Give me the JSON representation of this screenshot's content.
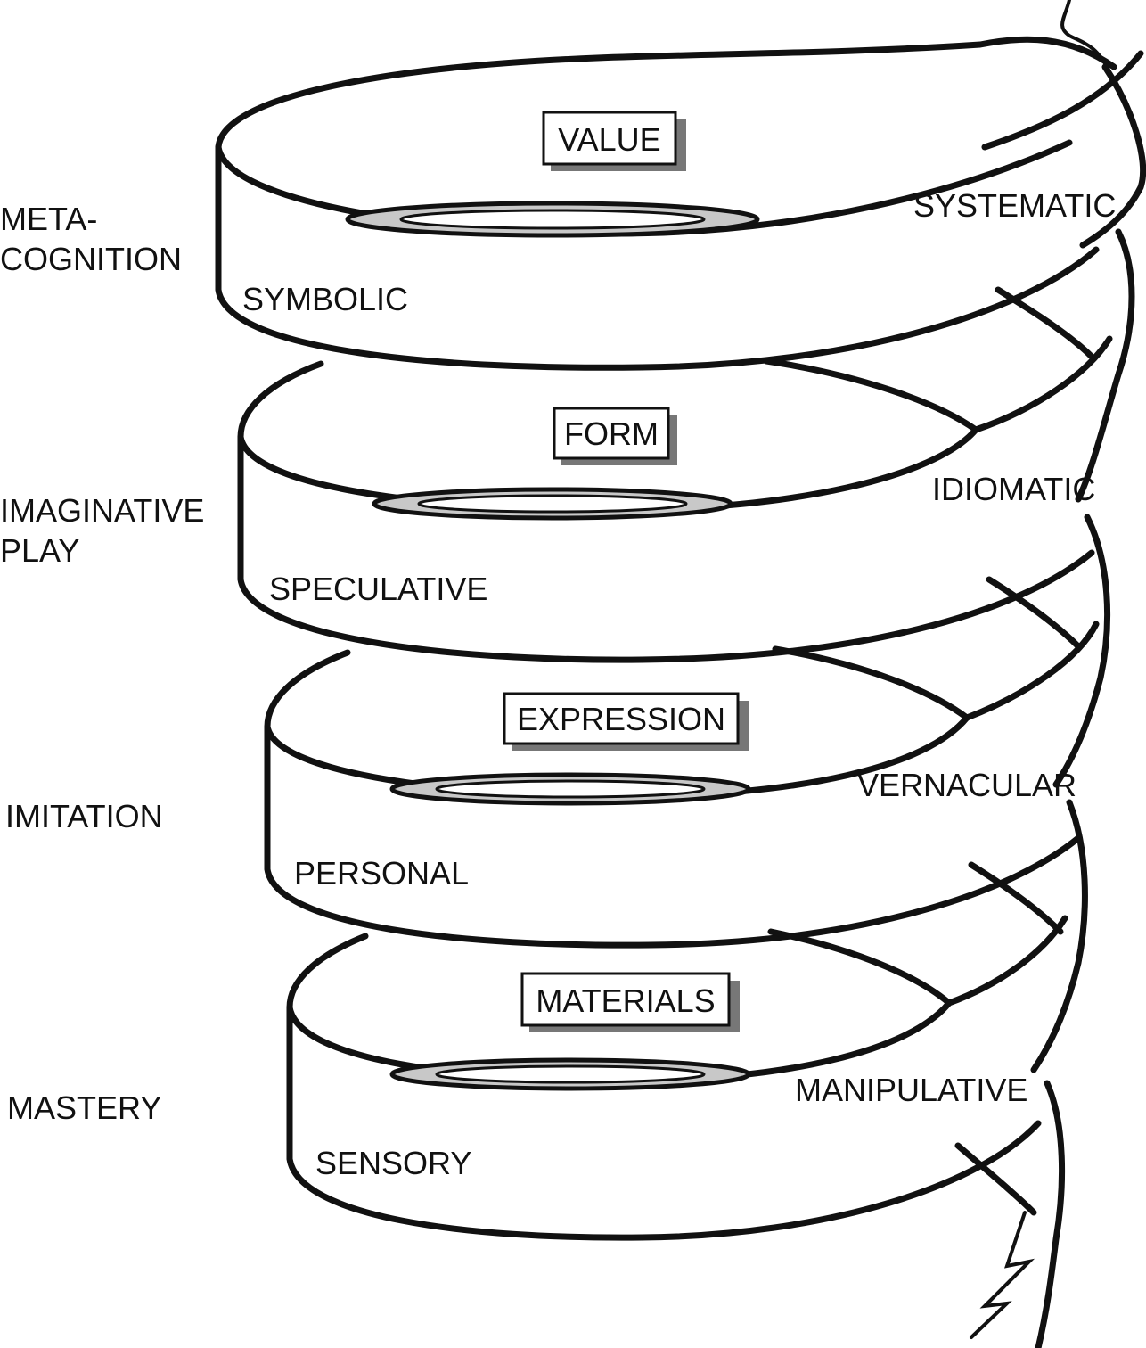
{
  "left_labels": {
    "meta_line1": "META-",
    "meta_line2": "COGNITION",
    "imaginative_line1": "IMAGINATIVE",
    "imaginative_line2": "PLAY",
    "imitation": "IMITATION",
    "mastery": "MASTERY"
  },
  "coils": [
    {
      "boxed": "VALUE",
      "left": "SYMBOLIC",
      "right": "SYSTEMATIC"
    },
    {
      "boxed": "FORM",
      "left": "SPECULATIVE",
      "right": "IDIOMATIC"
    },
    {
      "boxed": "EXPRESSION",
      "left": "PERSONAL",
      "right": "VERNACULAR"
    },
    {
      "boxed": "MATERIALS",
      "left": "SENSORY",
      "right": "MANIPULATIVE"
    }
  ]
}
